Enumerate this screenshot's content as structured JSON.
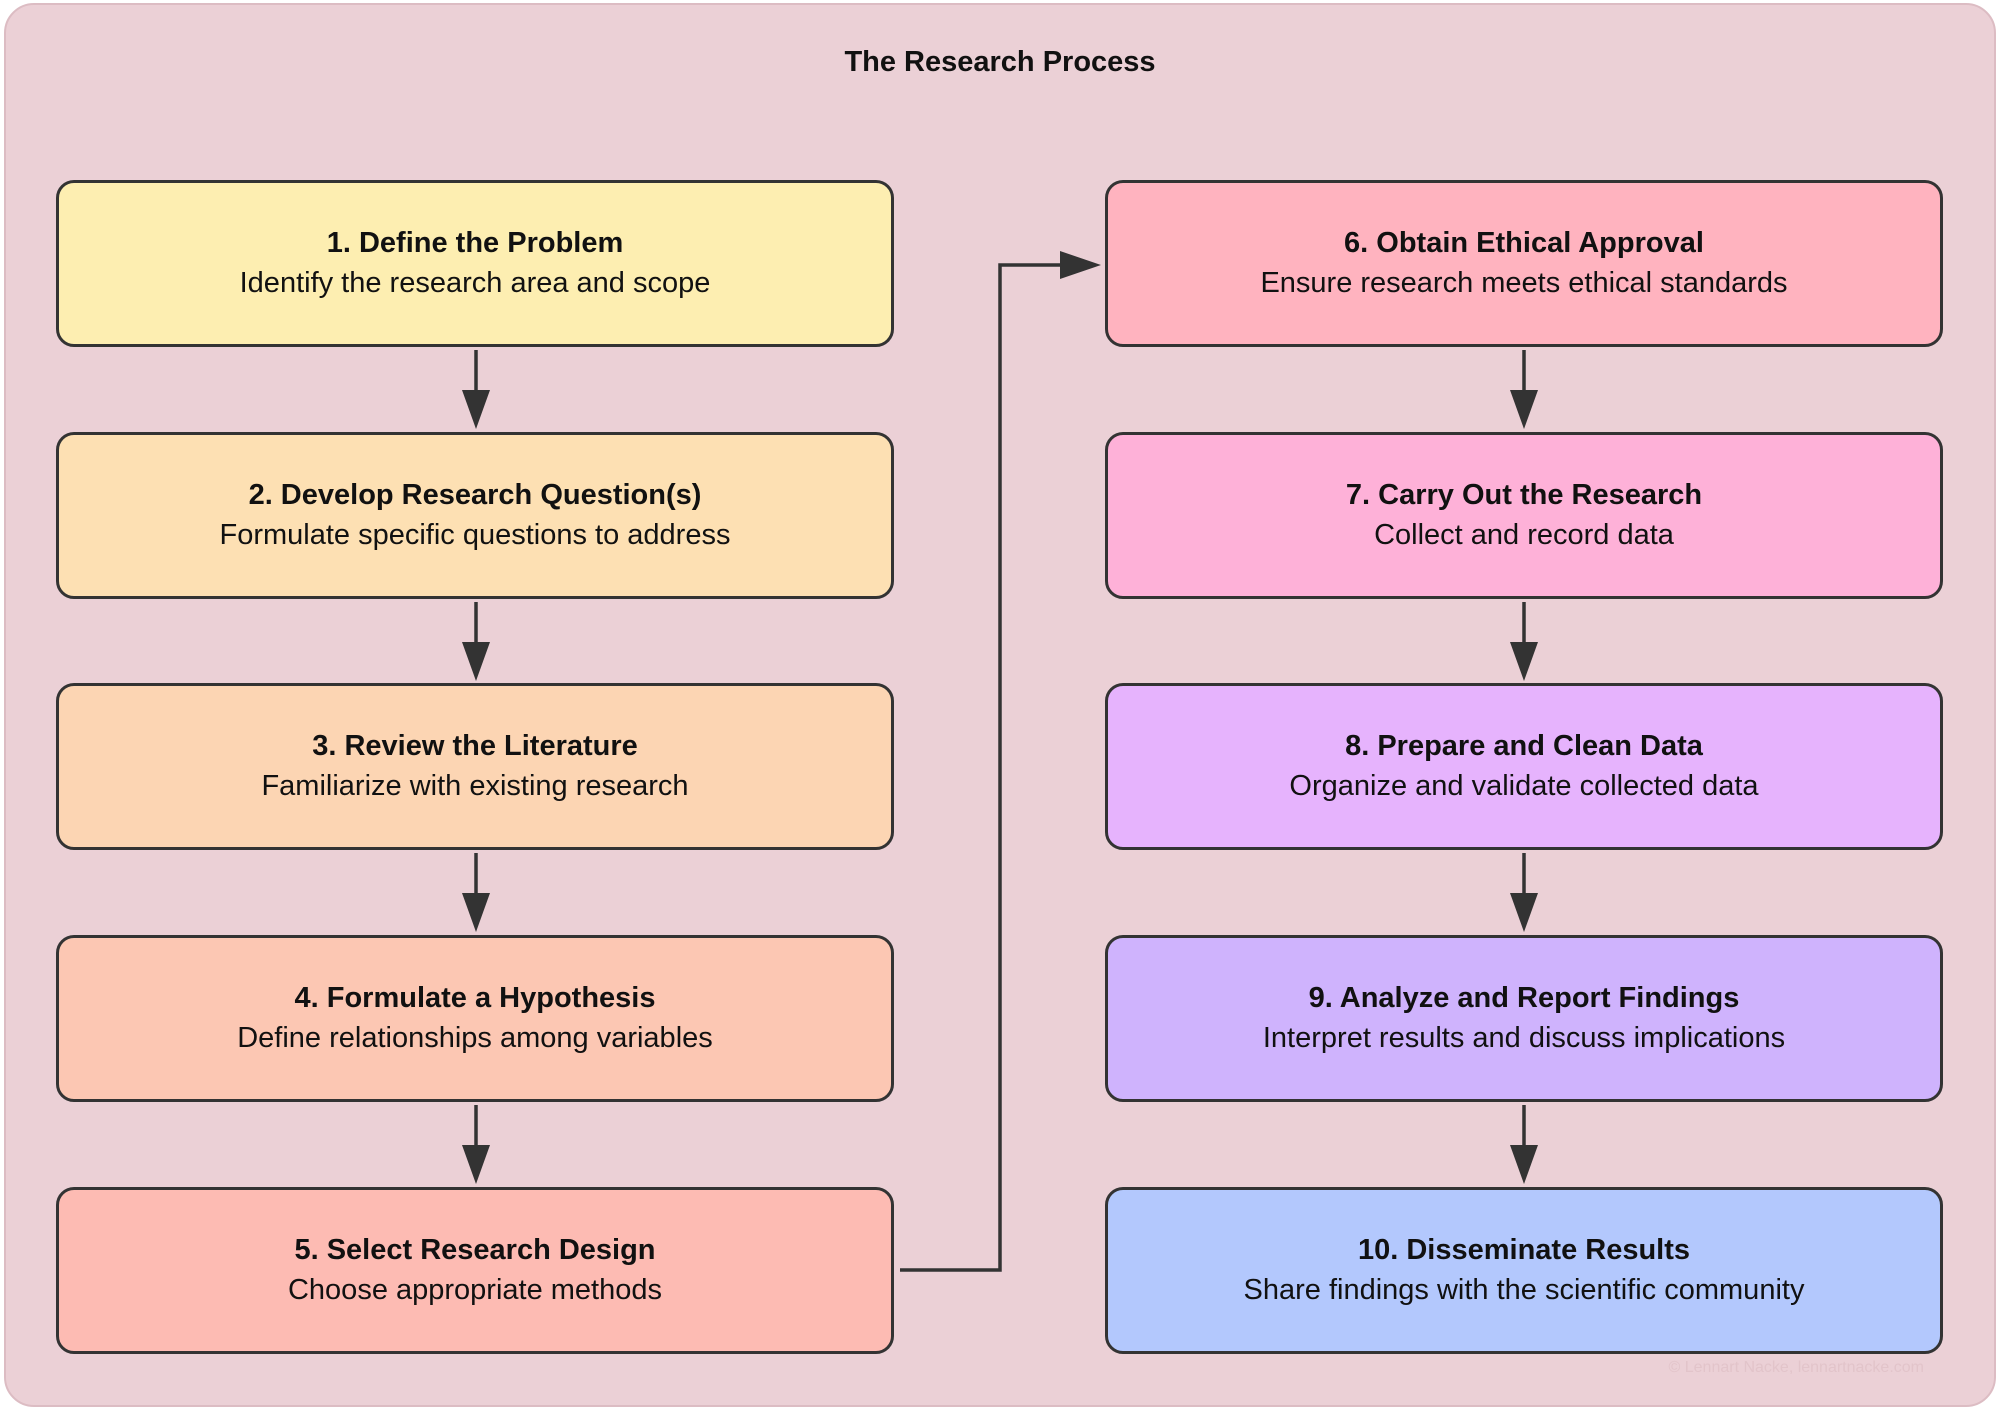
{
  "title": "The Research Process",
  "steps": [
    {
      "title": "1. Define the Problem",
      "desc": "Identify the research area and scope",
      "color": "#fdeeb1"
    },
    {
      "title": "2. Develop Research Question(s)",
      "desc": "Formulate specific questions to address",
      "color": "#fde0b3"
    },
    {
      "title": "3. Review the Literature",
      "desc": "Familiarize with existing research",
      "color": "#fcd5b3"
    },
    {
      "title": "4. Formulate a Hypothesis",
      "desc": "Define relationships among variables",
      "color": "#fcc7b3"
    },
    {
      "title": "5. Select Research Design",
      "desc": "Choose appropriate methods",
      "color": "#fdbbb3"
    },
    {
      "title": "6. Obtain Ethical Approval",
      "desc": "Ensure research meets ethical standards",
      "color": "#ffb3bf"
    },
    {
      "title": "7. Carry Out the Research",
      "desc": "Collect and record data",
      "color": "#feb1d8"
    },
    {
      "title": "8. Prepare and Clean Data",
      "desc": "Organize and validate collected data",
      "color": "#e6b3fd"
    },
    {
      "title": "9. Analyze and Report Findings",
      "desc": "Interpret results and discuss implications",
      "color": "#cfb3fd"
    },
    {
      "title": "10. Disseminate Results",
      "desc": "Share findings with the scientific community",
      "color": "#b3c8fd"
    }
  ],
  "watermark": "© Lennart Nacke, lennartnacke.com"
}
